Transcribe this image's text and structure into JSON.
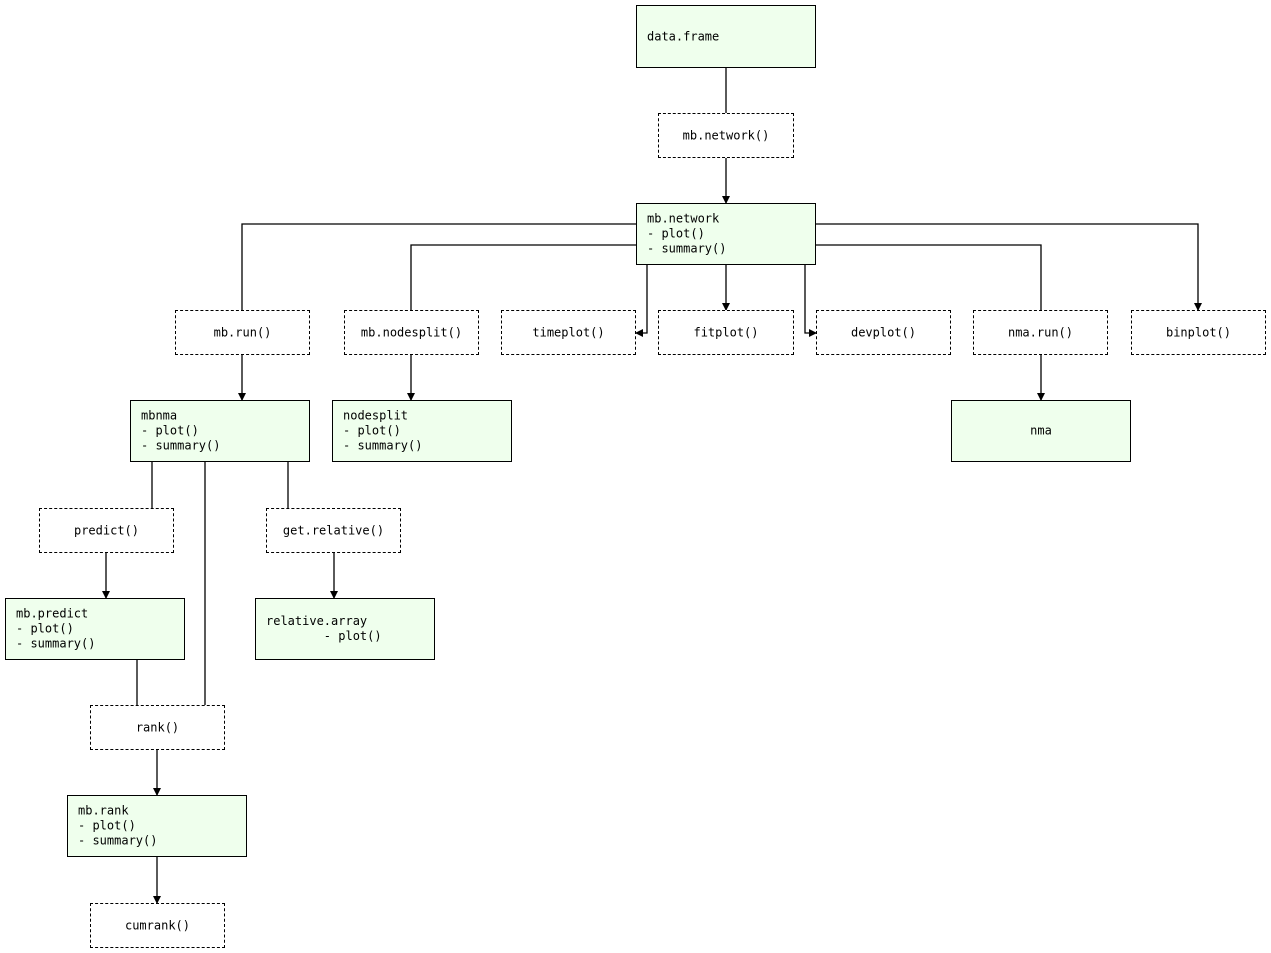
{
  "colors": {
    "object_fill": "#efffed",
    "function_fill": "#ffffff",
    "stroke": "#000000"
  },
  "nodes": {
    "data_frame": {
      "kind": "object",
      "lines": [
        "data.frame"
      ]
    },
    "mb_network_fn": {
      "kind": "function",
      "lines": [
        "mb.network()"
      ]
    },
    "mb_network": {
      "kind": "object",
      "lines": [
        "mb.network",
        "- plot()",
        "- summary()"
      ]
    },
    "mb_run": {
      "kind": "function",
      "lines": [
        "mb.run()"
      ]
    },
    "mb_nodesplit": {
      "kind": "function",
      "lines": [
        "mb.nodesplit()"
      ]
    },
    "timeplot": {
      "kind": "function",
      "lines": [
        "timeplot()"
      ]
    },
    "fitplot": {
      "kind": "function",
      "lines": [
        "fitplot()"
      ]
    },
    "devplot": {
      "kind": "function",
      "lines": [
        "devplot()"
      ]
    },
    "nma_run": {
      "kind": "function",
      "lines": [
        "nma.run()"
      ]
    },
    "binplot": {
      "kind": "function",
      "lines": [
        "binplot()"
      ]
    },
    "mbnma": {
      "kind": "object",
      "lines": [
        "mbnma",
        "- plot()",
        "- summary()"
      ]
    },
    "nodesplit": {
      "kind": "object",
      "lines": [
        "nodesplit",
        "- plot()",
        "- summary()"
      ]
    },
    "nma": {
      "kind": "object",
      "lines": [
        "nma"
      ]
    },
    "predict": {
      "kind": "function",
      "lines": [
        "predict()"
      ]
    },
    "get_relative": {
      "kind": "function",
      "lines": [
        "get.relative()"
      ]
    },
    "mb_predict": {
      "kind": "object",
      "lines": [
        "mb.predict",
        "- plot()",
        "- summary()"
      ]
    },
    "relative_array": {
      "kind": "object",
      "lines": [
        "relative.array",
        "        - plot()"
      ]
    },
    "rank": {
      "kind": "function",
      "lines": [
        "rank()"
      ]
    },
    "mb_rank": {
      "kind": "object",
      "lines": [
        "mb.rank",
        "- plot()",
        "- summary()"
      ]
    },
    "cumrank": {
      "kind": "function",
      "lines": [
        "cumrank()"
      ]
    }
  },
  "edges": [
    {
      "from": "data_frame",
      "to": "mb_network_fn",
      "arrow": false
    },
    {
      "from": "mb_network_fn",
      "to": "mb_network",
      "arrow": true
    },
    {
      "from": "mb_network",
      "to": "mb_run",
      "arrow": false
    },
    {
      "from": "mb_network",
      "to": "mb_nodesplit",
      "arrow": false
    },
    {
      "from": "mb_network",
      "to": "timeplot",
      "arrow": true
    },
    {
      "from": "mb_network",
      "to": "fitplot",
      "arrow": true
    },
    {
      "from": "mb_network",
      "to": "devplot",
      "arrow": true
    },
    {
      "from": "mb_network",
      "to": "nma_run",
      "arrow": false
    },
    {
      "from": "mb_network",
      "to": "binplot",
      "arrow": true
    },
    {
      "from": "mb_run",
      "to": "mbnma",
      "arrow": true
    },
    {
      "from": "mb_nodesplit",
      "to": "nodesplit",
      "arrow": true
    },
    {
      "from": "nma_run",
      "to": "nma",
      "arrow": true
    },
    {
      "from": "mbnma",
      "to": "predict",
      "arrow": false
    },
    {
      "from": "mbnma",
      "to": "rank",
      "arrow": false
    },
    {
      "from": "mbnma",
      "to": "get_relative",
      "arrow": false
    },
    {
      "from": "predict",
      "to": "mb_predict",
      "arrow": true
    },
    {
      "from": "get_relative",
      "to": "relative_array",
      "arrow": true
    },
    {
      "from": "mb_predict",
      "to": "rank",
      "arrow": false
    },
    {
      "from": "rank",
      "to": "mb_rank",
      "arrow": true
    },
    {
      "from": "mb_rank",
      "to": "cumrank",
      "arrow": true
    }
  ]
}
